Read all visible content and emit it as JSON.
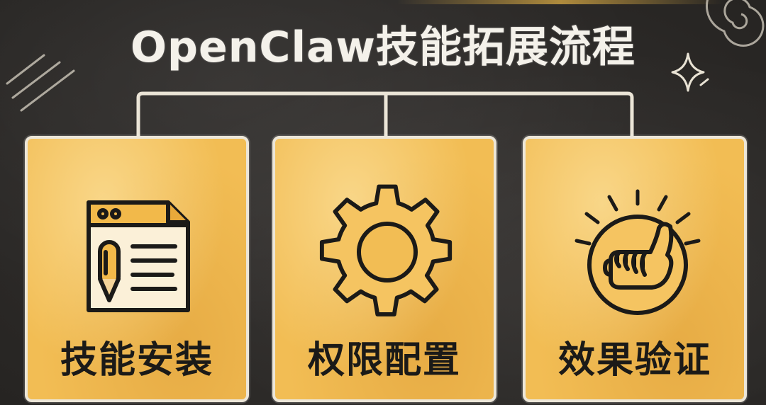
{
  "title": "OpenClaw技能拓展流程",
  "steps": [
    {
      "label": "技能安装",
      "icon": "document-pen-icon"
    },
    {
      "label": "权限配置",
      "icon": "gear-icon"
    },
    {
      "label": "效果验证",
      "icon": "thumbs-up-icon"
    }
  ],
  "colors": {
    "board": "#2a2826",
    "chalk": "#ece6d8",
    "card": "#f2bd54",
    "ink": "#1b1a18"
  }
}
